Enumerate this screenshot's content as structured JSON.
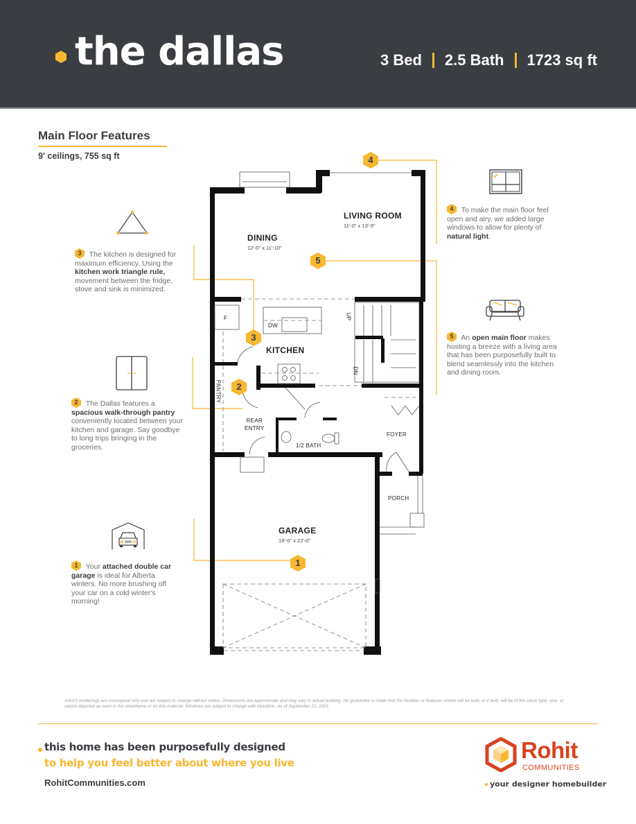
{
  "header": {
    "title": "the dallas",
    "specs": [
      "3 Bed",
      "2.5 Bath",
      "1723 sq ft"
    ]
  },
  "section": {
    "title": "Main Floor Features",
    "subtitle": "9' ceilings, 755 sq ft"
  },
  "features": [
    {
      "number": "1",
      "icon": "garage-car-icon",
      "pre": "Your ",
      "bold": "attached double car garage",
      "post": " is ideal for Alberta winters. No more brushing off your car on a cold winter's morning!"
    },
    {
      "number": "2",
      "icon": "pantry-cabinet-icon",
      "pre": "The Dallas features a ",
      "bold": "spacious walk-through pantry",
      "post": " conveniently located between your kitchen and garage. Say goodbye to long trips bringing in the groceries."
    },
    {
      "number": "3",
      "icon": "work-triangle-icon",
      "pre": "The kitchen is designed for maximum efficiency. Using the ",
      "bold": "kitchen work triangle rule,",
      "post": " movement between the fridge, stove and sink is minimized."
    },
    {
      "number": "4",
      "icon": "window-icon",
      "pre": "To make the main floor feel open and airy, we added large windows to allow for plenty of ",
      "bold": "natural light",
      "post": "."
    },
    {
      "number": "5",
      "icon": "sofa-icon",
      "pre": "An ",
      "bold": "open main floor",
      "post": " makes hosting a breeze with a living area that has been purposefully built to blend seamlessly into the kitchen and dining room."
    }
  ],
  "floorplan": {
    "rooms": [
      {
        "name": "LIVING ROOM",
        "dim": "11'-0\" x 13'-9\""
      },
      {
        "name": "DINING",
        "dim": "12'-0\" x 11'-10\""
      },
      {
        "name": "KITCHEN",
        "dim": ""
      },
      {
        "name": "GARAGE",
        "dim": "19'-0\" x 22'-0\""
      }
    ],
    "labels": {
      "pantry": "PANTRY",
      "rear_entry_1": "REAR",
      "rear_entry_2": "ENTRY",
      "half_bath": "1/2 BATH",
      "foyer": "FOYER",
      "porch": "PORCH",
      "fridge": "F",
      "dishwasher": "DW",
      "up": "UP",
      "down": "DN"
    },
    "markers": [
      "1",
      "2",
      "3",
      "4",
      "5"
    ]
  },
  "disclaimer": "Artist's renderings are conceptual only and are subject to change without notice. Dimensions are approximate and may vary in actual building. No guarantee is made that the facilities or features shown will be built, or if built, will be of the same type, size, or nature depicted as seen in the showhome or on this material. Windows are subject to change with elevation. As of September 22, 2021.",
  "footer": {
    "tagline_1": "this home has been purposefully designed",
    "tagline_2": "to help you feel better about where you live",
    "website": "RohitCommunities.com",
    "logo_name": "Rohit",
    "logo_sub": "COMMUNITIES",
    "logo_tagline": "your designer homebuilder"
  },
  "colors": {
    "accent": "#f7b731",
    "header_bg": "#3a3d41",
    "brand": "#d9431e"
  }
}
